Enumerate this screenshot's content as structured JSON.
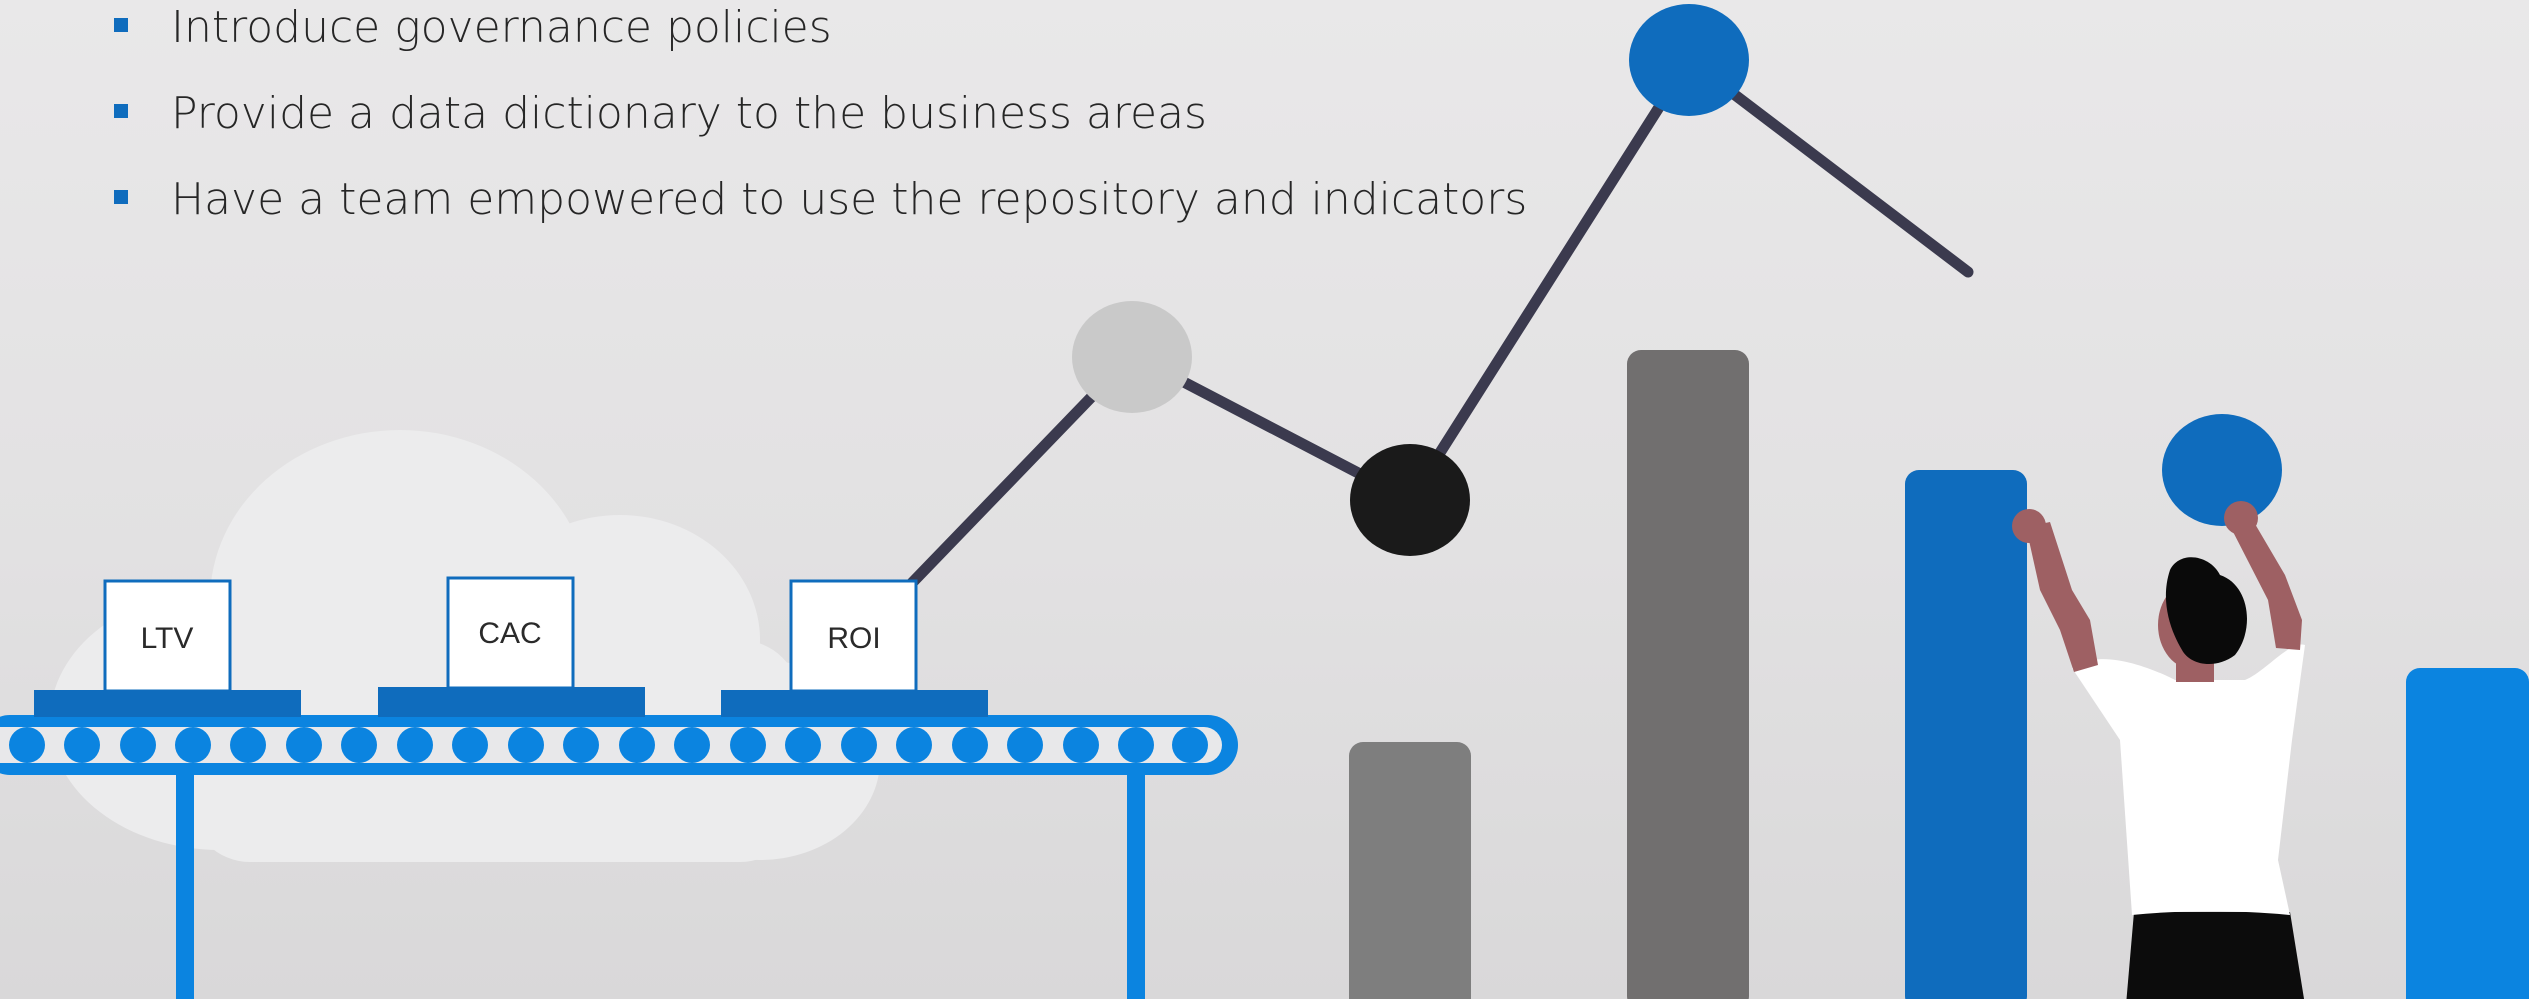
{
  "bullets": [
    "Introduce governance policies",
    "Provide a data dictionary to the business areas",
    "Have a team empowered to use the repository and indicators"
  ],
  "conveyor": {
    "boxes": [
      "LTV",
      "CAC",
      "ROI"
    ]
  },
  "colors": {
    "accent_blue": "#0f6cbd",
    "bright_blue": "#0b84e0",
    "gray_bar": "#7e7e7e",
    "dark_gray_bar": "#716f6f",
    "line_color": "#3b3a4e",
    "skin": "#9e6063"
  }
}
